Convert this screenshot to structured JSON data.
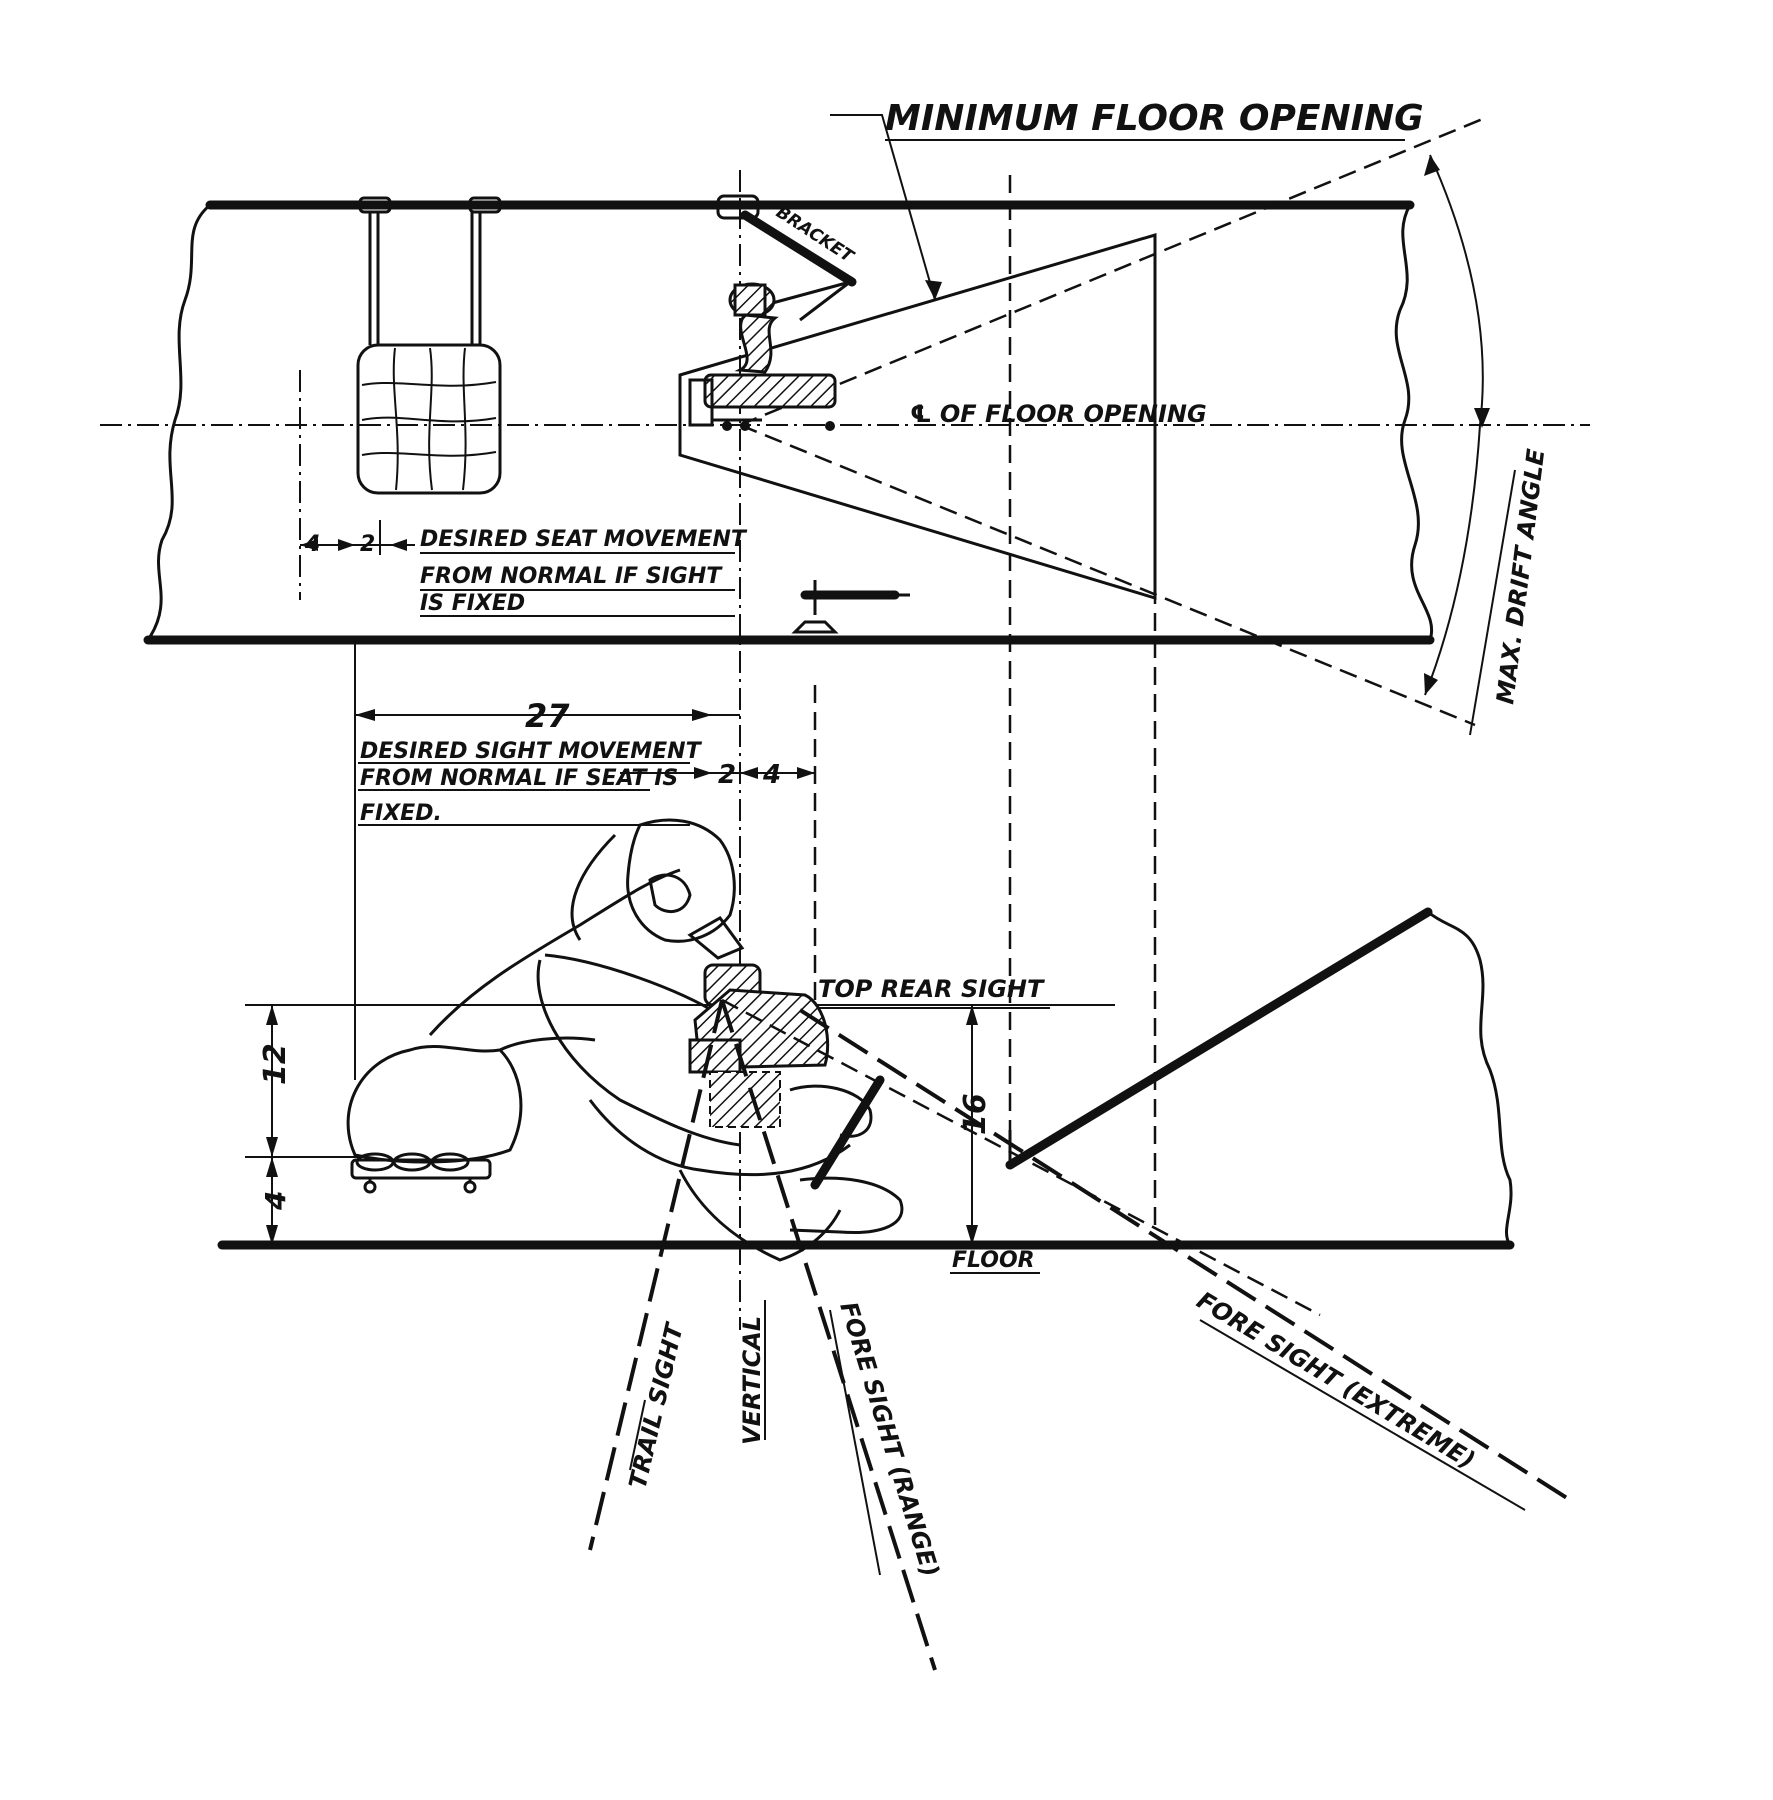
{
  "labels": {
    "minimum_floor_opening": "MINIMUM FLOOR OPENING",
    "bracket": "BRACKET",
    "cl_floor_opening": "℄ OF FLOOR OPENING",
    "max_drift_angle": "MAX. DRIFT ANGLE",
    "seat_movement_line1": "DESIRED SEAT MOVEMENT",
    "seat_movement_line2": "FROM NORMAL IF SIGHT",
    "seat_movement_line3": "IS FIXED",
    "sight_movement_line1": "DESIRED SIGHT MOVEMENT",
    "sight_movement_line2": "FROM NORMAL IF SEAT IS",
    "sight_movement_line3": "FIXED.",
    "top_rear_sight": "TOP REAR SIGHT",
    "floor": "FLOOR",
    "trail_sight": "TRAIL SIGHT",
    "vertical": "VERTICAL",
    "fore_sight_range": "FORE SIGHT (RANGE)",
    "fore_sight_extreme": "FORE SIGHT (EXTREME)"
  },
  "dimensions": {
    "seat_offset_left": "4",
    "seat_offset_right": "2",
    "span_27": "27",
    "sight_offset_2": "2",
    "sight_offset_4": "4",
    "height_12": "12",
    "height_4": "4",
    "height_16": "16"
  },
  "colors": {
    "ink": "#111111",
    "paper": "#ffffff"
  }
}
